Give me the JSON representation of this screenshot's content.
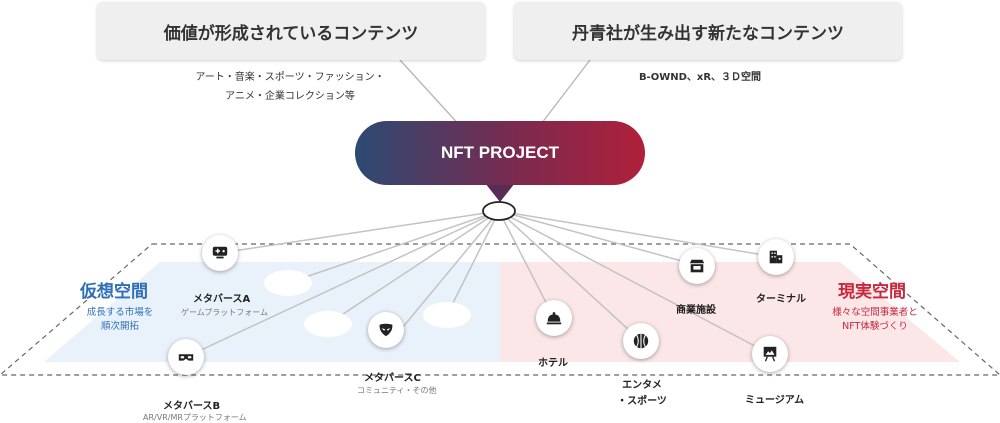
{
  "top_boxes": {
    "left": {
      "title": "価値が形成されているコンテンツ",
      "desc_line1": "アート・音楽・スポーツ・ファッション・",
      "desc_line2": "アニメ・企業コレクション等"
    },
    "right": {
      "title": "丹青社が生み出す新たなコンテンツ",
      "desc": "B-OWND、xR、３Ｄ空間"
    }
  },
  "center": {
    "label": "NFT PROJECT"
  },
  "virtual": {
    "title": "仮想空間",
    "desc_line1": "成長する市場を",
    "desc_line2": "順次開拓",
    "color": "#2f6fb8",
    "nodes": {
      "a": {
        "label": "メタバースA",
        "sub": "ゲームプラットフォーム",
        "icon": "game-controller-icon"
      },
      "b": {
        "label": "メタバースB",
        "sub": "AR/VR/MRプラットフォーム",
        "icon": "vr-goggles-icon"
      },
      "c": {
        "label": "メタバースC",
        "sub": "コミュニティ・その他",
        "icon": "mask-icon"
      }
    }
  },
  "real": {
    "title": "現実空間",
    "desc_line1": "様々な空間事業者と",
    "desc_line2": "NFT体験づくり",
    "color": "#c8283c",
    "nodes": {
      "hotel": {
        "label": "ホテル",
        "icon": "service-bell-icon"
      },
      "ent": {
        "label_line1": "エンタメ",
        "label_line2": "・スポーツ",
        "icon": "basketball-icon"
      },
      "commercial": {
        "label": "商業施設",
        "icon": "storefront-icon"
      },
      "terminal": {
        "label": "ターミナル",
        "icon": "buildings-icon"
      },
      "museum": {
        "label": "ミュージアム",
        "icon": "picture-easel-icon"
      }
    }
  }
}
